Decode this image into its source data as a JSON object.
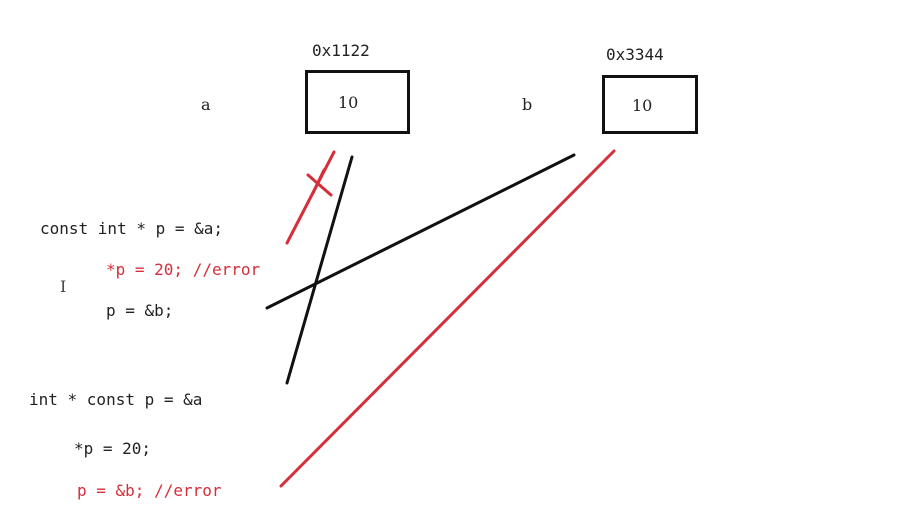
{
  "colors": {
    "black": "#111111",
    "red": "#d42f3a",
    "text": "#222222"
  },
  "var_a": {
    "name": "a",
    "address": "0x1122",
    "value": "10"
  },
  "var_b": {
    "name": "b",
    "address": "0x3344",
    "value": "10"
  },
  "code": {
    "c1": "const int * p = &a;",
    "c2": "*p = 20; //error",
    "c3": "p = &b;",
    "c4": "int * const p = &a",
    "c5": "*p = 20;",
    "c6": "p = &b; //error"
  },
  "cursor_glyph": "I"
}
